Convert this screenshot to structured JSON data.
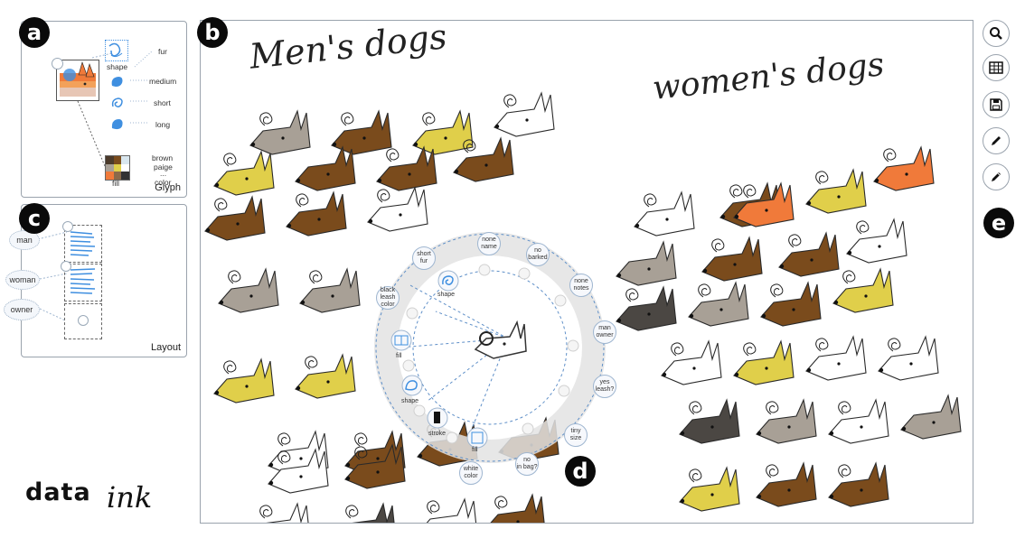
{
  "badges": {
    "a": "a",
    "b": "b",
    "c": "c",
    "d": "d",
    "e": "e"
  },
  "glyph_panel": {
    "title": "Glyph",
    "shape_label": "shape",
    "fill_label": "fill",
    "color_label": "color",
    "fur_label": "fur",
    "fur_options": [
      "medium",
      "short",
      "long"
    ],
    "color_options": [
      "brown",
      "paige",
      "..."
    ]
  },
  "layout_panel": {
    "title": "Layout",
    "groups": [
      "man",
      "woman",
      "owner"
    ]
  },
  "canvas": {
    "heading_men": "Men's dogs",
    "heading_women": "women's dogs"
  },
  "radial_menu": {
    "center_label": "dog glyph",
    "attributes": [
      {
        "value": "none",
        "key": "name"
      },
      {
        "value": "no",
        "key": "barked"
      },
      {
        "value": "none",
        "key": "notes"
      },
      {
        "value": "man",
        "key": "owner"
      },
      {
        "value": "yes",
        "key": "leash?"
      },
      {
        "value": "tiny",
        "key": "size"
      },
      {
        "value": "no",
        "key": "in bag?"
      },
      {
        "value": "white",
        "key": "color"
      },
      {
        "value": "short",
        "key": "fur"
      },
      {
        "value": "black",
        "key": "leash color"
      }
    ],
    "visual": [
      "shape",
      "fill",
      "shape",
      "stroke",
      "fill"
    ]
  },
  "toolbar": [
    "search-icon",
    "table-icon",
    "save-icon",
    "pencil-icon",
    "pen-icon"
  ],
  "logo": {
    "part1": "data",
    "part2": "ink"
  },
  "colors": {
    "yellow": "#e0cf4a",
    "brown": "#7a4b1c",
    "gray": "#a8a096",
    "white": "#ffffff",
    "orange": "#f07a3a",
    "dark": "#4b4743",
    "blue": "#3f8fe0"
  }
}
